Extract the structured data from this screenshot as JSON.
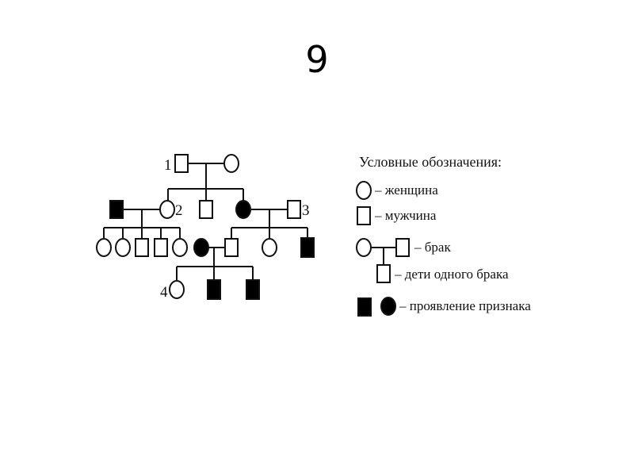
{
  "slide": {
    "number": "9"
  },
  "pedigree": {
    "labels": {
      "p1": "1",
      "p2": "2",
      "p3": "3",
      "p4": "4"
    },
    "individuals": [
      {
        "id": "I-male-1",
        "sex": "male",
        "affected": false
      },
      {
        "id": "I-female",
        "sex": "female",
        "affected": false
      },
      {
        "id": "II-male-left",
        "sex": "male",
        "affected": true
      },
      {
        "id": "II-female-2",
        "sex": "female",
        "affected": false
      },
      {
        "id": "II-male",
        "sex": "male",
        "affected": false
      },
      {
        "id": "II-female-affected",
        "sex": "female",
        "affected": true
      },
      {
        "id": "II-male-3",
        "sex": "male",
        "affected": false
      },
      {
        "id": "III-female-a",
        "sex": "female",
        "affected": false
      },
      {
        "id": "III-female-b",
        "sex": "female",
        "affected": false
      },
      {
        "id": "III-male-c",
        "sex": "male",
        "affected": false
      },
      {
        "id": "III-male-d",
        "sex": "male",
        "affected": false
      },
      {
        "id": "III-female-e",
        "sex": "female",
        "affected": false
      },
      {
        "id": "III-female-affected",
        "sex": "female",
        "affected": true
      },
      {
        "id": "III-male-f",
        "sex": "male",
        "affected": false
      },
      {
        "id": "III-female-g",
        "sex": "female",
        "affected": false
      },
      {
        "id": "III-male-affected",
        "sex": "male",
        "affected": true
      },
      {
        "id": "IV-female-4",
        "sex": "female",
        "affected": false
      },
      {
        "id": "IV-male-affected-a",
        "sex": "male",
        "affected": true
      },
      {
        "id": "IV-male-affected-b",
        "sex": "male",
        "affected": true
      }
    ]
  },
  "legend": {
    "title": "Условные обозначения:",
    "female": "– женщина",
    "male": "– мужчина",
    "marriage": "– брак",
    "children": "– дети одного брака",
    "trait": "– проявление признака"
  },
  "colors": {
    "stroke": "#111111",
    "fill_affected": "#000000",
    "fill_normal": "#ffffff"
  }
}
